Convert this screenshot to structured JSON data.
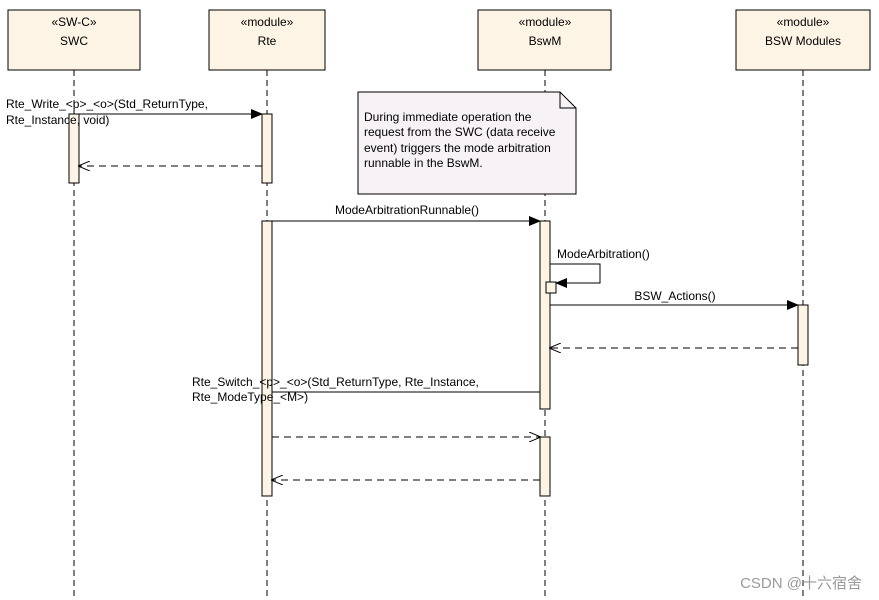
{
  "lifelines": [
    {
      "id": "swc",
      "stereotype": "«SW-C»",
      "name": "SWC"
    },
    {
      "id": "rte",
      "stereotype": "«module»",
      "name": "Rte"
    },
    {
      "id": "bswm",
      "stereotype": "«module»",
      "name": "BswM"
    },
    {
      "id": "bswmod",
      "stereotype": "«module»",
      "name": "BSW Modules"
    }
  ],
  "messages": [
    {
      "id": "m1",
      "lines": [
        "Rte_Write_<p>_<o>(Std_ReturnType,",
        "Rte_Instance, void)"
      ]
    },
    {
      "id": "m3",
      "lines": [
        "ModeArbitrationRunnable()"
      ]
    },
    {
      "id": "m4",
      "lines": [
        "ModeArbitration()"
      ]
    },
    {
      "id": "m5",
      "lines": [
        "BSW_Actions()"
      ]
    },
    {
      "id": "m7",
      "lines": [
        "Rte_Switch_<p>_<o>(Std_ReturnType, Rte_Instance,",
        "Rte_ModeType_<M>)"
      ]
    }
  ],
  "note": {
    "lines": [
      "During immediate operation the",
      "request from the SWC (data receive",
      "event) triggers the mode arbitration",
      "runnable in the BswM."
    ]
  },
  "watermark": "CSDN @十六宿舍",
  "colors": {
    "box_fill": "#fdf4e6",
    "note_fill": "#f7f2f6",
    "line": "#000000"
  }
}
